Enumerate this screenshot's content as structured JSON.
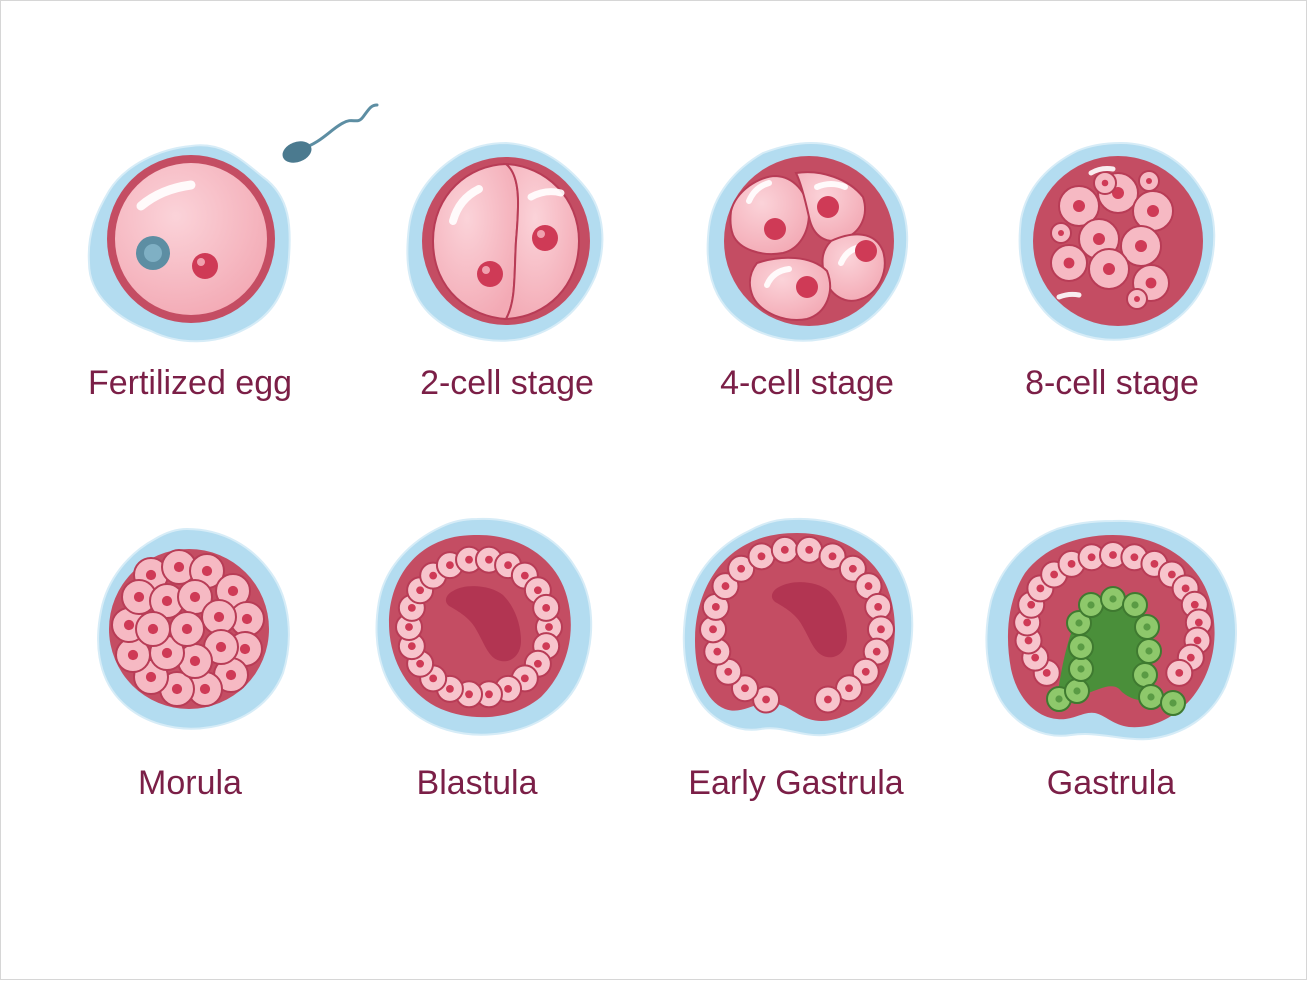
{
  "labels": {
    "fertilized_egg": "Fertilized egg",
    "two_cell": "2-cell stage",
    "four_cell": "4-cell stage",
    "eight_cell": "8-cell stage",
    "morula": "Morula",
    "blastula": "Blastula",
    "early_gastrula": "Early Gastrula",
    "gastrula": "Gastrula"
  },
  "colors": {
    "membrane": "#b3dcf0",
    "membrane_edge": "#d6ecf7",
    "zona": "#c44d63",
    "cytoplasm": "#f5b3bd",
    "cell_edge": "#b83c56",
    "nucleus": "#cf3a56",
    "blastocoel": "#b83d57",
    "endoderm": "#4a8f3a",
    "endoderm_cell": "#8ec86b",
    "sperm": "#5d8ea3",
    "label": "#7b1f47"
  }
}
